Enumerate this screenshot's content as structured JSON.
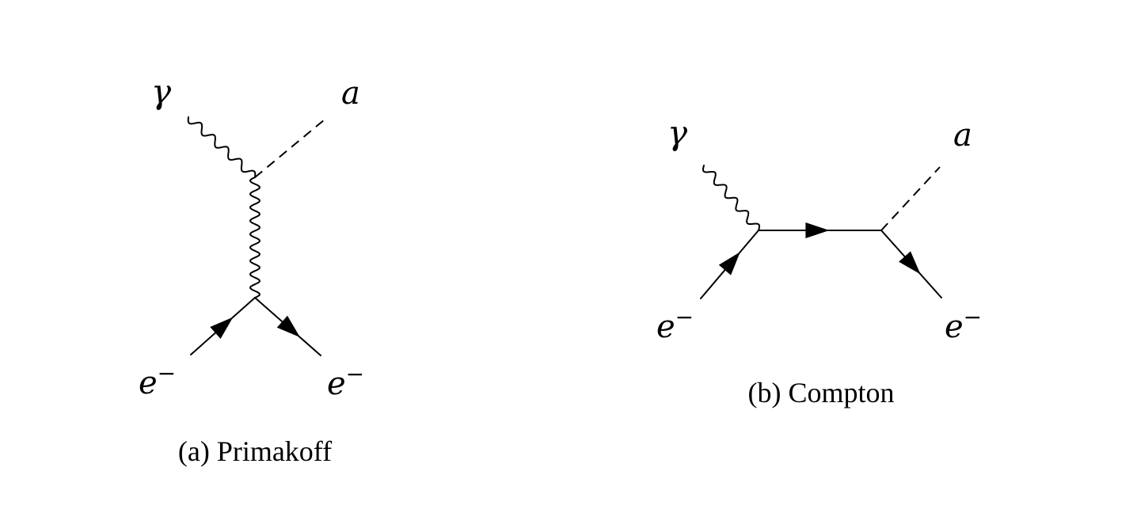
{
  "diagrams": [
    {
      "caption": "(a) Primakoff",
      "labels": {
        "photon_in": "γ",
        "axion_out": "a",
        "electron_in": "e",
        "electron_out": "e",
        "charge": "−"
      },
      "lines": {
        "photon_in": "photon",
        "axion_out": "scalar",
        "exchange": "photon",
        "electron_in": "fermion",
        "electron_out": "fermion"
      }
    },
    {
      "caption": "(b) Compton",
      "labels": {
        "photon_in": "γ",
        "axion_out": "a",
        "electron_in": "e",
        "electron_out": "e",
        "charge": "−"
      },
      "lines": {
        "photon_in": "photon",
        "axion_out": "scalar",
        "internal": "fermion",
        "electron_in": "fermion",
        "electron_out": "fermion"
      }
    }
  ]
}
